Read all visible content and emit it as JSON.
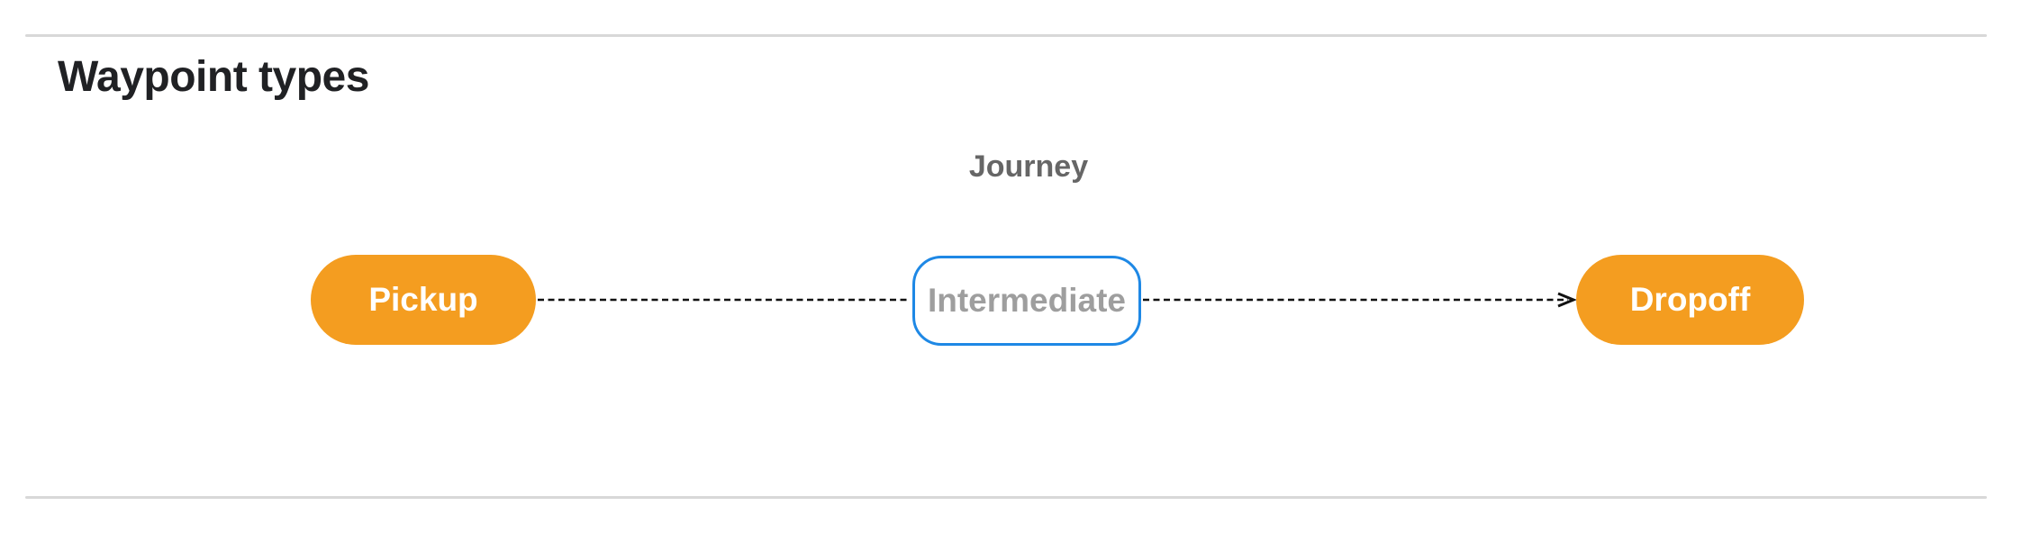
{
  "page": {
    "title": "Waypoint types"
  },
  "diagram": {
    "group_label": "Journey",
    "nodes": [
      {
        "id": "pickup",
        "label": "Pickup",
        "type": "terminal"
      },
      {
        "id": "intermediate",
        "label": "Intermediate",
        "type": "intermediate"
      },
      {
        "id": "dropoff",
        "label": "Dropoff",
        "type": "terminal"
      }
    ],
    "edges": [
      {
        "from": "pickup",
        "to": "intermediate",
        "style": "dashed",
        "arrow": false
      },
      {
        "from": "intermediate",
        "to": "dropoff",
        "style": "dashed",
        "arrow": true
      }
    ]
  },
  "colors": {
    "accent-orange": "#F49D20",
    "accent-blue": "#1E88E5",
    "node-muted-text": "#9E9E9E",
    "group-label-color": "#666666",
    "heading-color": "#202124",
    "divider-color": "#D8D8D8",
    "connector-color": "#111111",
    "terminal-text": "#FFFFFF",
    "page-bg": "#FFFFFF"
  }
}
